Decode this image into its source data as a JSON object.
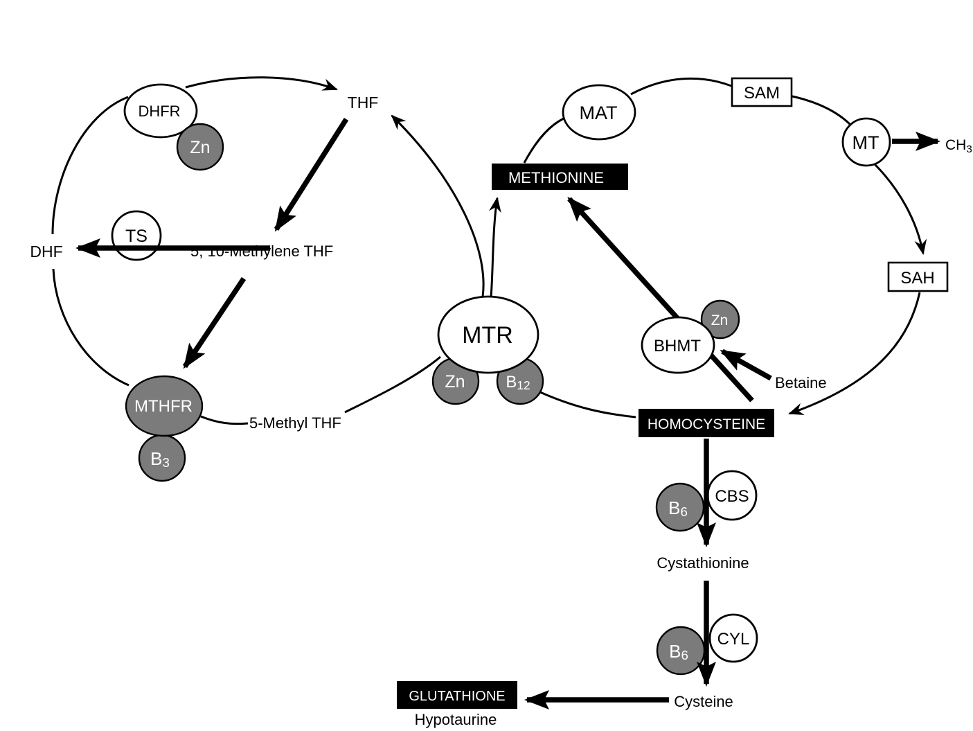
{
  "figure": {
    "colors": {
      "ink": "#000000",
      "gray_fill": "#7b7b7b",
      "background": "#ffffff"
    },
    "enzymes": {
      "dhfr": "DHFR",
      "ts": "TS",
      "mthfr": "MTHFR",
      "mtr": "MTR",
      "mat": "MAT",
      "mt": "MT",
      "bhmt": "BHMT",
      "cbs": "CBS",
      "cyl": "CYL"
    },
    "cofactors": {
      "zn": "Zn",
      "b": "B",
      "b3_sub": "3",
      "b12_sub": "12",
      "b6_sub": "6"
    },
    "metabolites": {
      "thf": "THF",
      "dhf": "DHF",
      "methylene_thf": "5, 10-Methylene THF",
      "methyl_thf": "5-Methyl THF",
      "methionine": "METHIONINE",
      "sam": "SAM",
      "sah": "SAH",
      "ch_base": "CH",
      "ch_sub": "3",
      "homocysteine": "HOMOCYSTEINE",
      "betaine": "Betaine",
      "cystathionine": "Cystathionine",
      "cysteine": "Cysteine",
      "glutathione": "GLUTATHIONE",
      "hypotaurine": "Hypotaurine"
    }
  }
}
